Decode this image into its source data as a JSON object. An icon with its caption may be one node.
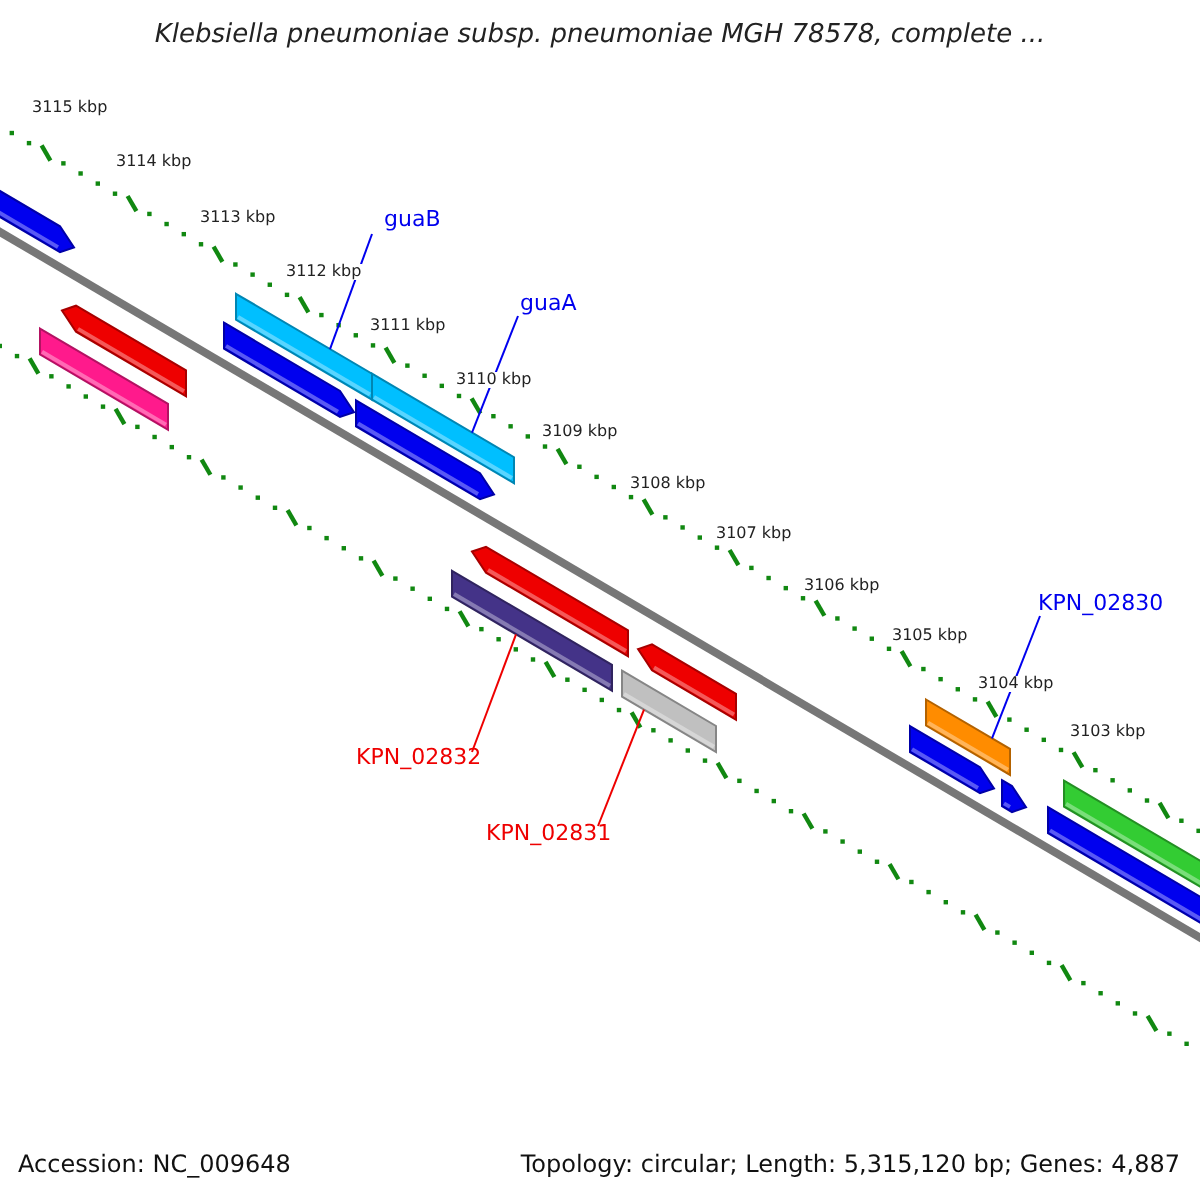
{
  "diagram": {
    "title": "Klebsiella pneumoniae subsp. pneumoniae MGH 78578, complete ...",
    "nodes": [
      {
        "text": [
          "guaB"
        ]
      },
      {
        "text": [],
        "shape": "bar"
      },
      {
        "text": [
          "guaA"
        ]
      },
      {
        "text": [],
        "shape": "bar"
      },
      {
        "text": [
          "KPN_02830"
        ]
      },
      {
        "text": [],
        "shape": "bar"
      },
      {
        "text": [
          "KPN_02832"
        ]
      },
      {
        "text": [],
        "shape": "bar"
      },
      {
        "text": [
          "KPN_02831"
        ]
      },
      {
        "text": [],
        "shape": "bar"
      }
    ],
    "edges": [
      {
        "from": 0,
        "to": 1,
        "arrow": "none"
      },
      {
        "from": 2,
        "to": 3,
        "arrow": "none"
      },
      {
        "from": 4,
        "to": 5,
        "arrow": "none"
      },
      {
        "from": 6,
        "to": 7,
        "arrow": "none",
        "color": "#ee0000"
      },
      {
        "from": 8,
        "to": 9,
        "arrow": "none",
        "color": "#ee0000"
      }
    ],
    "labels": [
      "3115 kbp",
      "3114 kbp",
      "3113 kbp",
      "3112 kbp",
      "3111 kbp",
      "3110 kbp",
      "3109 kbp",
      "3108 kbp",
      "3107 kbp",
      "3106 kbp",
      "3105 kbp",
      "3104 kbp",
      "3103 kbp",
      "Accession: NC_009648",
      "Topology: circular; Length: 5,315,120 bp; Genes: 4,887"
    ]
  }
}
